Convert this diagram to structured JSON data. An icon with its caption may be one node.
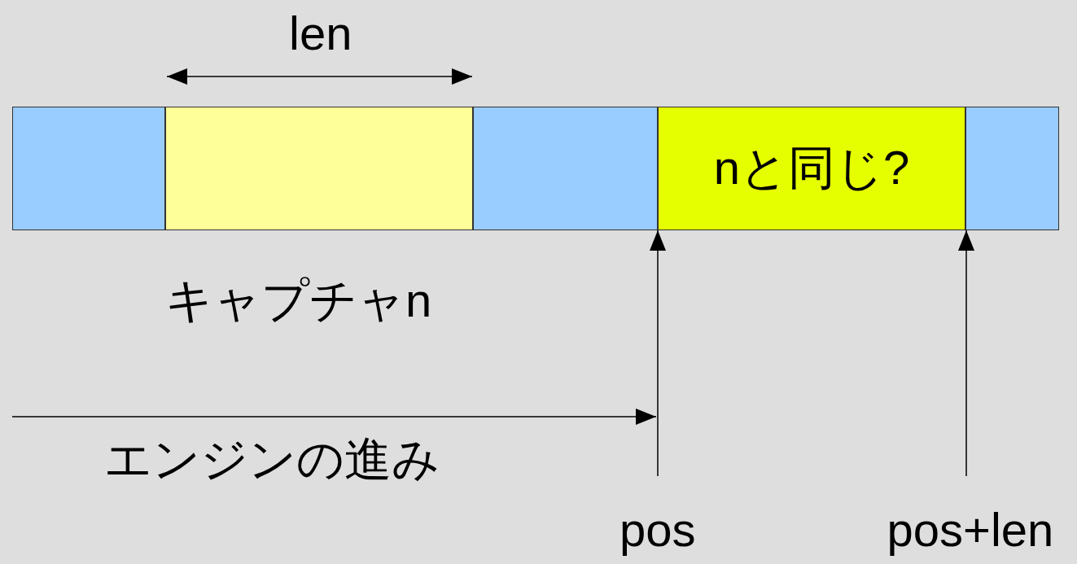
{
  "diagram": {
    "nodes": [
      {
        "text": [],
        "shape": "box"
      },
      {
        "text": [],
        "shape": "box",
        "beside": [
          "キャプチャn"
        ]
      },
      {
        "text": [],
        "shape": "box"
      },
      {
        "text": [
          "nと同じ?"
        ]
      },
      {
        "text": [],
        "shape": "box"
      },
      {
        "text": [
          "pos"
        ]
      },
      {
        "text": [
          "pos+len"
        ]
      }
    ],
    "edges": [
      {
        "from": 5,
        "to": 3,
        "arrow": "to"
      },
      {
        "from": 6,
        "to": 3,
        "arrow": "to"
      }
    ],
    "labels": [
      "len",
      "エンジンの進み"
    ]
  }
}
